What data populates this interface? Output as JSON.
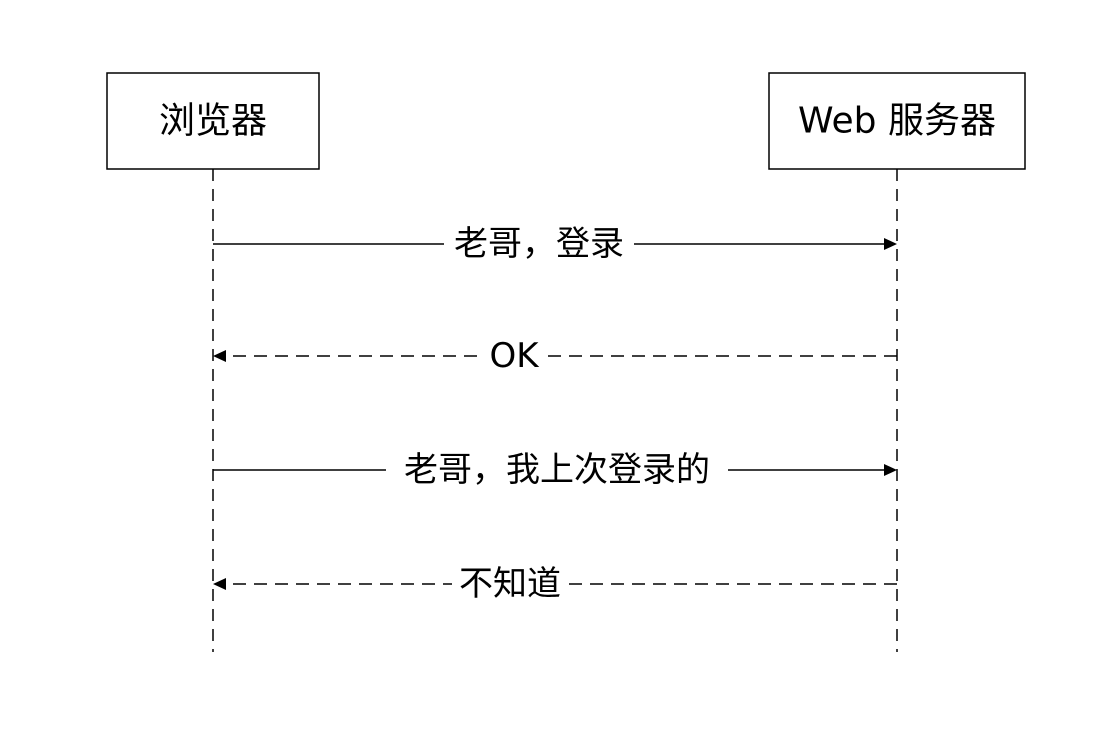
{
  "participants": [
    {
      "name": "浏览器"
    },
    {
      "name": "Web 服务器"
    }
  ],
  "messages": [
    {
      "label": "老哥，登录",
      "from": 0,
      "to": 1,
      "style": "solid"
    },
    {
      "label": "OK",
      "from": 1,
      "to": 0,
      "style": "dashed"
    },
    {
      "label": "老哥，我上次登录的",
      "from": 0,
      "to": 1,
      "style": "solid"
    },
    {
      "label": "不知道",
      "from": 1,
      "to": 0,
      "style": "dashed"
    }
  ],
  "colors": {
    "line": "#000000",
    "background": "#ffffff"
  }
}
